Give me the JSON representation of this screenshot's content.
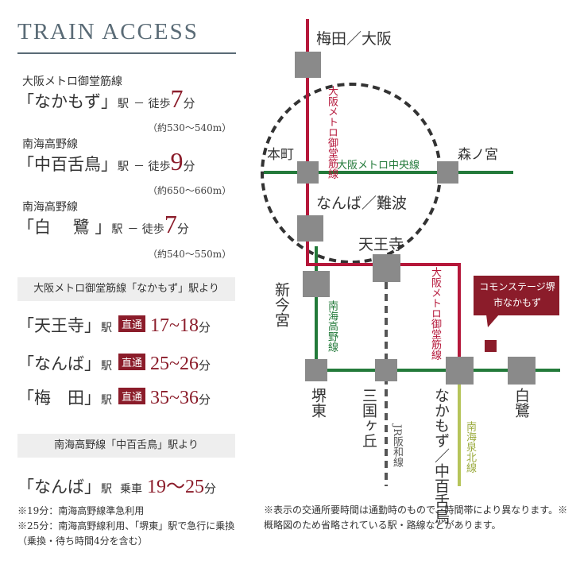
{
  "title": "TRAIN ACCESS",
  "walk": [
    {
      "line": "大阪メトロ御堂筋線",
      "station": "「なかもず」",
      "eki": "駅",
      "walk_label": "－ 徒歩",
      "minutes": "7",
      "unit": "分",
      "range": "（約530～540m）"
    },
    {
      "line": "南海高野線",
      "station": "「中百舌鳥」",
      "eki": "駅",
      "walk_label": "－ 徒歩",
      "minutes": "9",
      "unit": "分",
      "range": "（約650～660m）"
    },
    {
      "line": "南海高野線",
      "station": "「白　 鷺 」",
      "eki": "駅",
      "walk_label": "－ 徒歩",
      "minutes": "7",
      "unit": "分",
      "range": "（約540～550m）"
    }
  ],
  "from_nakamozu": {
    "header": "大阪メトロ御堂筋線「なかもず」駅より",
    "rows": [
      {
        "station": "「天王寺」",
        "eki": "駅",
        "badge": "直通",
        "time": "17~18",
        "unit": "分"
      },
      {
        "station": "「なんば」",
        "eki": "駅",
        "badge": "直通",
        "time": "25~26",
        "unit": "分"
      },
      {
        "station": "「梅　田」",
        "eki": "駅",
        "badge": "直通",
        "time": "35~36",
        "unit": "分"
      }
    ]
  },
  "from_nakamozu_nankai": {
    "header": "南海高野線「中百舌鳥」駅より",
    "row": {
      "station": "「なんば」",
      "eki": "駅",
      "mode": "乗車",
      "time": "19～25",
      "unit": "分"
    }
  },
  "notes_left": [
    "※19分：南海高野線準急利用",
    "※25分：南海高野線利用、「堺東」駅で急行に乗換（乗換・待ち時間4分を含む）"
  ],
  "note_right": "※表示の交通所要時間は通勤時のもので、時間帯により異なります。※概略図のため省略されている駅・路線などがあります。",
  "map": {
    "stations": {
      "umeda": "梅田／大阪",
      "honmachi": "本町",
      "morinomiya": "森ノ宮",
      "namba": "なんば／難波",
      "tennoji": "天王寺",
      "shinimamiya": "新今宮",
      "sakaihigashi": "堺東",
      "mikunigaoka": "三国ヶ丘",
      "nakamozu": "なかもず／中百舌鳥",
      "shirasagi": "白鷺"
    },
    "lines": {
      "midosuji1": "大阪メトロ御堂筋線",
      "chuo": "大阪メトロ中央線",
      "midosuji2": "大阪メトロ御堂筋線",
      "koya": "南海高野線",
      "hanwa": "JR阪和線",
      "senboku": "南海泉北線"
    },
    "property": "コモンステージ堺市なかもず",
    "colors": {
      "midosuji": "#b5173a",
      "chuo": "#237a3a",
      "koya": "#237a3a",
      "hanwa": "#555555",
      "senboku": "#b6c45a",
      "station": "#8a8a8a",
      "property": "#8b1c2a"
    }
  }
}
